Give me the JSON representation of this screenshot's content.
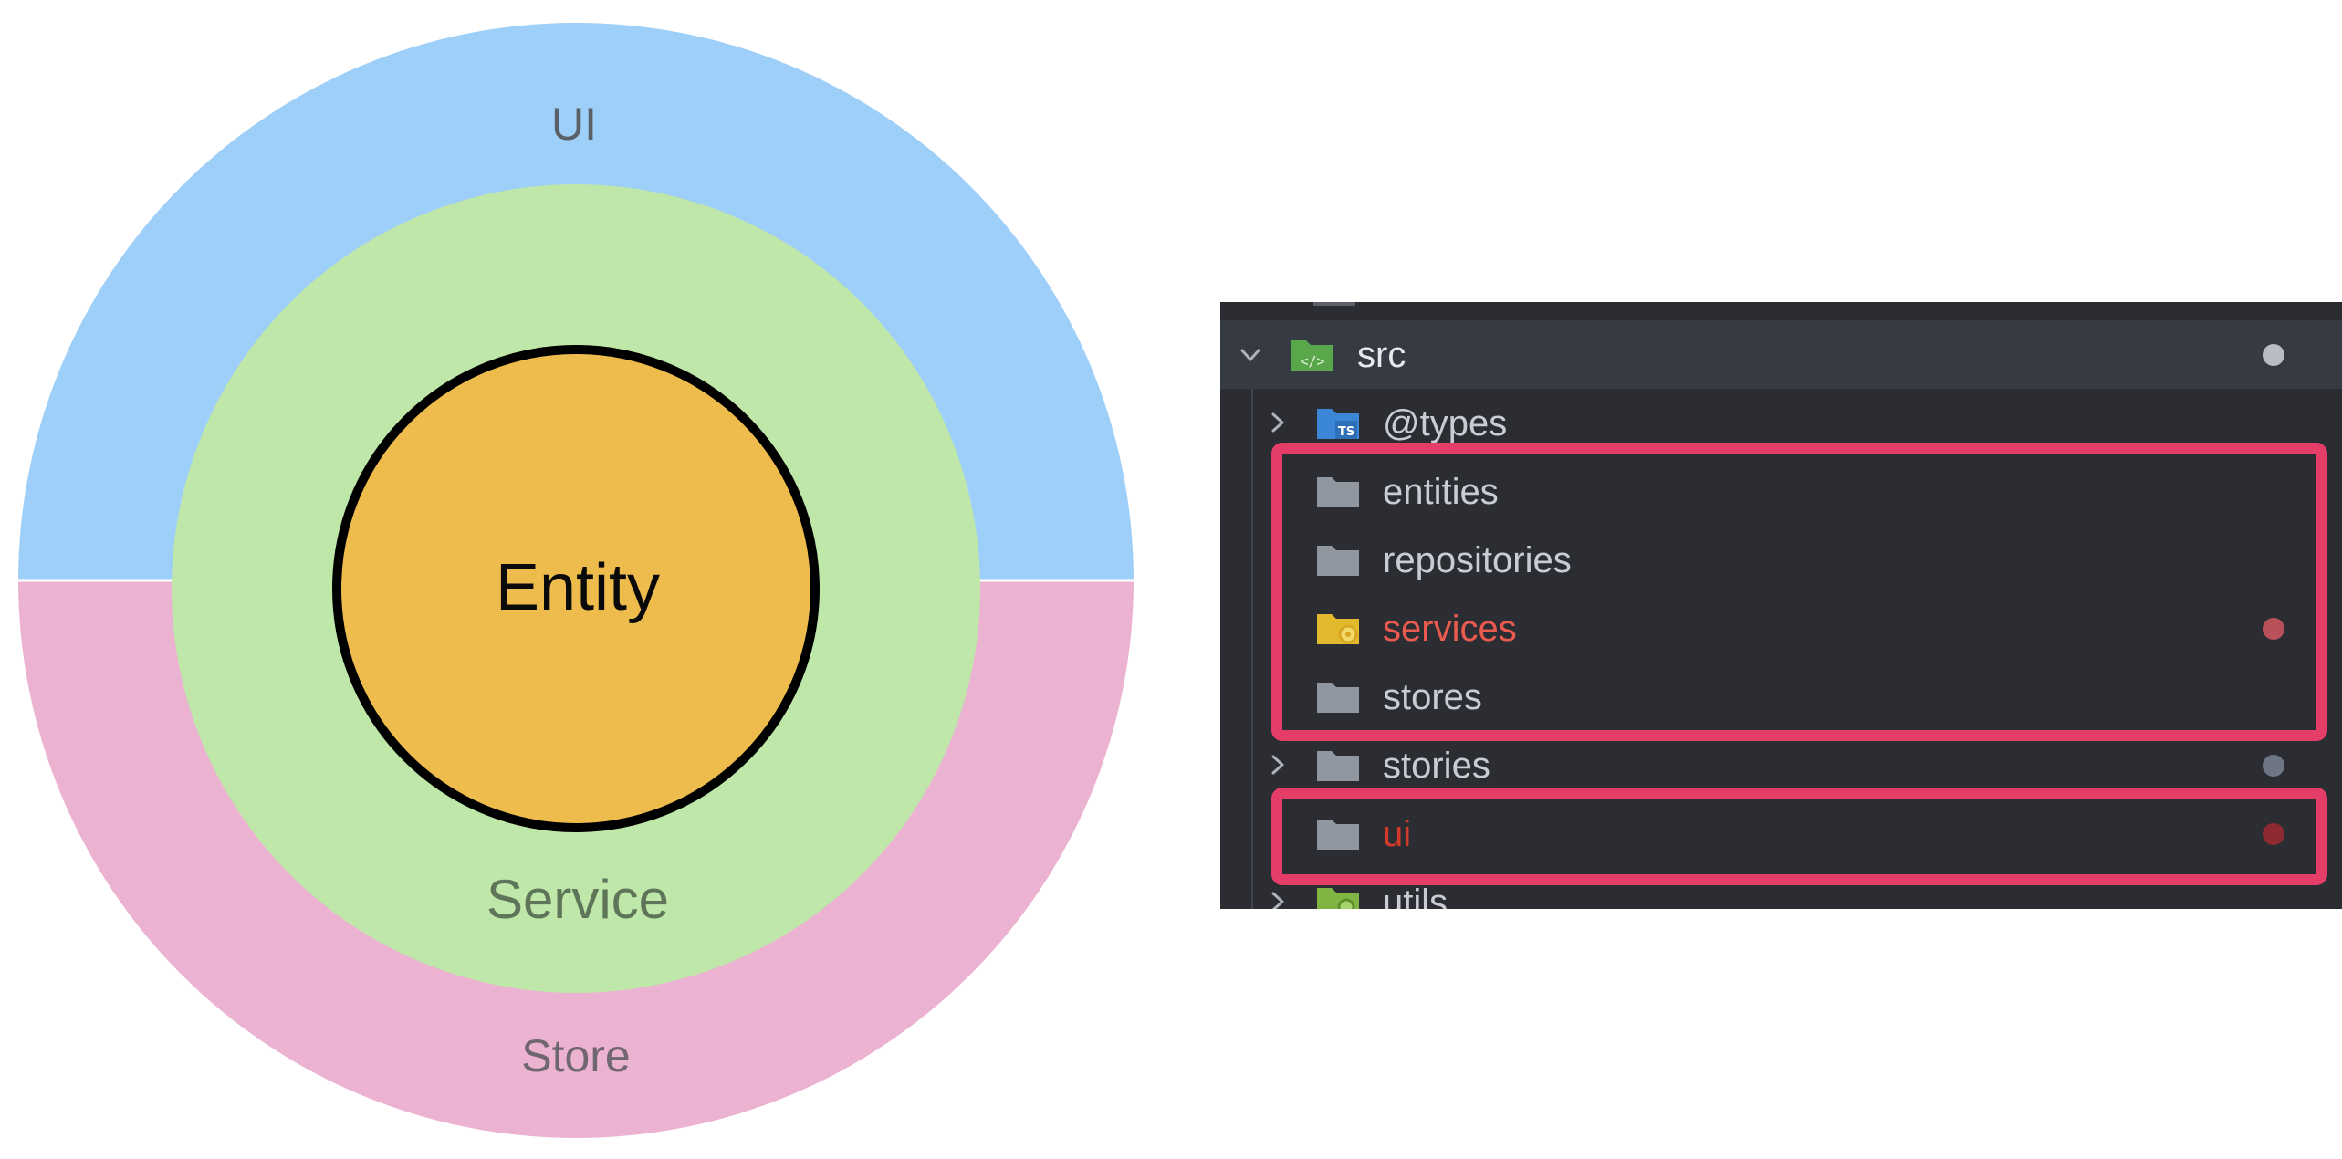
{
  "diagram": {
    "layers": [
      {
        "id": "ui",
        "label": "UI",
        "color": "#9ecff8",
        "label_color": "#5a6068"
      },
      {
        "id": "store",
        "label": "Store",
        "color": "#ebb3d1",
        "label_color": "#6f6670"
      },
      {
        "id": "service",
        "label": "Service",
        "color": "#bfe7a9",
        "label_color": "#5e7559"
      },
      {
        "id": "entity",
        "label": "Entity",
        "color": "#eebb4d",
        "label_color": "#0a0a0a"
      }
    ]
  },
  "file_tree": {
    "root": {
      "name": "src",
      "expanded": true,
      "icon": "source-folder-icon",
      "status_color": "#b9bcc3"
    },
    "children": [
      {
        "name": "@types",
        "icon": "typescript-folder-icon",
        "collapsed": true,
        "status": "normal"
      },
      {
        "name": "entities",
        "icon": "folder-icon",
        "status": "normal"
      },
      {
        "name": "repositories",
        "icon": "folder-icon",
        "status": "normal"
      },
      {
        "name": "services",
        "icon": "services-folder-icon",
        "status": "modified",
        "status_color": "#b8525a"
      },
      {
        "name": "stores",
        "icon": "folder-icon",
        "status": "normal"
      },
      {
        "name": "stories",
        "icon": "folder-icon",
        "collapsed": true,
        "status": "normal",
        "status_color": "#6e7686"
      },
      {
        "name": "ui",
        "icon": "folder-icon",
        "status": "error",
        "status_color": "#8e2a31"
      },
      {
        "name": "utils",
        "icon": "utils-folder-icon",
        "collapsed": true,
        "status": "normal"
      }
    ],
    "highlight_color": "#e43d68"
  }
}
